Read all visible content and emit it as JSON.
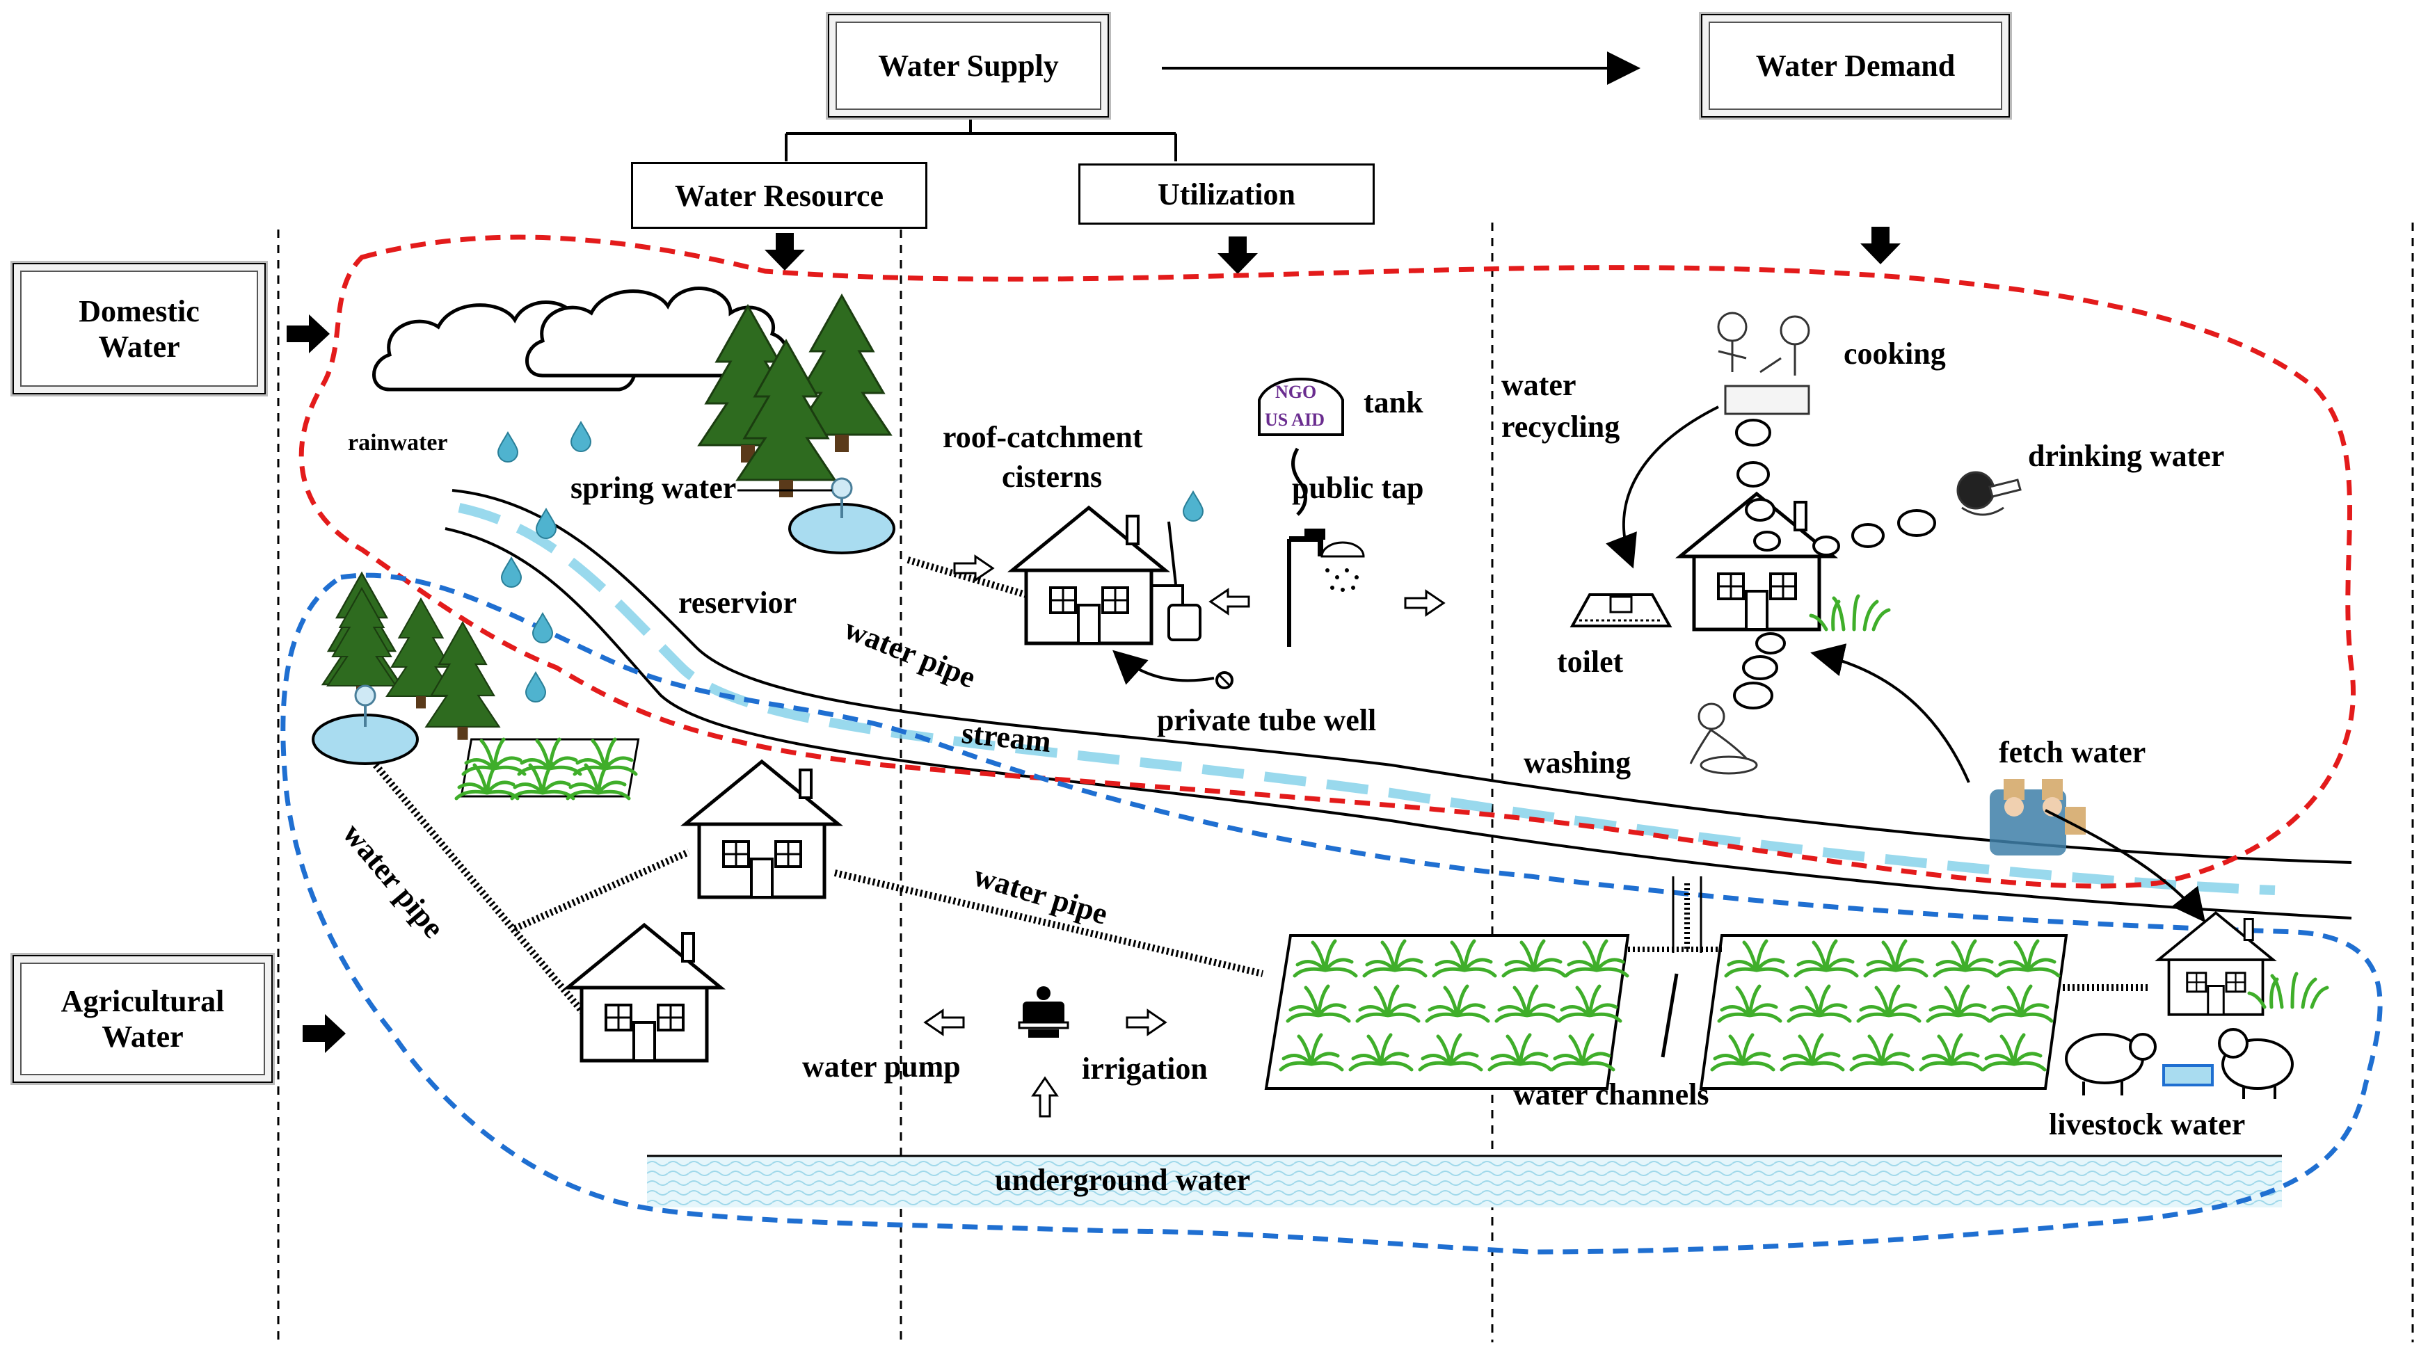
{
  "header": {
    "water_supply": "Water Supply",
    "water_demand": "Water Demand",
    "water_resource": "Water Resource",
    "utilization": "Utilization"
  },
  "rows": {
    "domestic_line1": "Domestic",
    "domestic_line2": "Water",
    "agricultural_line1": "Agricultural",
    "agricultural_line2": "Water"
  },
  "labels": {
    "rainwater": "rainwater",
    "spring_water": "spring water",
    "reservior": "reservior",
    "water_pipe_1": "water pipe",
    "water_pipe_2": "water pipe",
    "water_pipe_3": "water pipe",
    "roof_catchment_1": "roof-catchment",
    "roof_catchment_2": "cisterns",
    "tank": "tank",
    "ngo": "NGO",
    "us_aid": "US AID",
    "public_tap": "public tap",
    "private_tube_well": "private tube well",
    "stream": "stream",
    "water_recycling_1": "water",
    "water_recycling_2": "recycling",
    "cooking": "cooking",
    "drinking_water": "drinking water",
    "toilet": "toilet",
    "washing": "washing",
    "fetch_water": "fetch water",
    "water_pump": "water pump",
    "irrigation": "irrigation",
    "water_channels": "water channels",
    "livestock_water": "livestock water",
    "underground_water": "underground water"
  },
  "colors": {
    "domestic_boundary": "#e31b1b",
    "agricultural_boundary": "#1f6fd1",
    "tree": "#2e6b1f",
    "water": "#7fd0e8",
    "grass": "#3fae2a",
    "ngo_text": "#6a2c8f"
  }
}
